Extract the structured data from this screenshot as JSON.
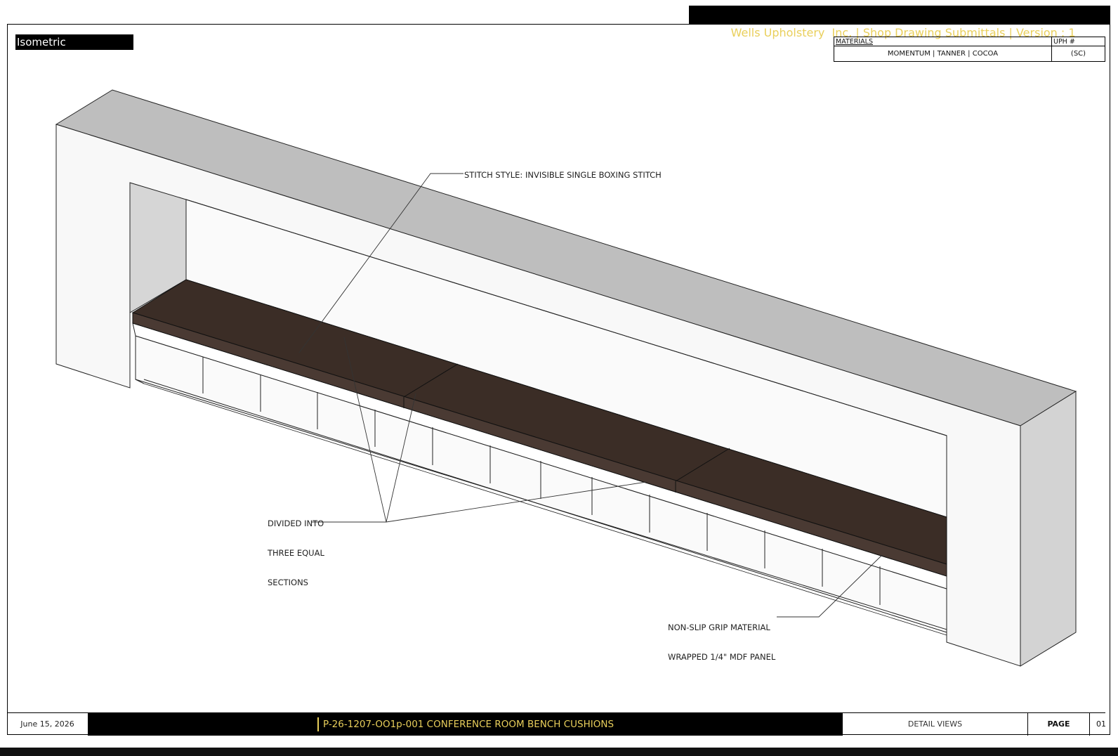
{
  "header": {
    "title": "Wells Upholstery  Inc. | Shop Drawing Submittals | Version : 1"
  },
  "view_label": "Isometric",
  "materials_table": {
    "header_materials": "MATERIALS",
    "header_uph": "UPH #",
    "material_value": "MOMENTUM | TANNER | COCOA",
    "uph_value": "(SC)"
  },
  "callouts": {
    "stitch": "STITCH STYLE: INVISIBLE SINGLE BOXING STITCH",
    "sections_line1": "DIVIDED INTO",
    "sections_line2": "THREE EQUAL",
    "sections_line3": "SECTIONS",
    "grip_line1": "NON-SLIP GRIP MATERIAL",
    "grip_line2": "WRAPPED 1/4\" MDF PANEL"
  },
  "footer": {
    "date": "June 15, 2026",
    "project_title": "P-26-1207-OO1p-001 CONFERENCE ROOM BENCH CUSHIONS",
    "view_type": "DETAIL VIEWS",
    "page_label": "PAGE",
    "page_number": "01"
  },
  "colors": {
    "header_text": "#e9cf5b",
    "cushion": "#3a2c26",
    "enclosure_top": "#bebebe",
    "enclosure_side": "#d3d3d3"
  }
}
